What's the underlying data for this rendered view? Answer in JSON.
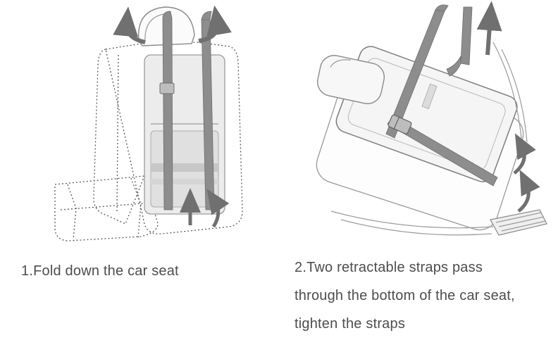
{
  "figure": {
    "panels": [
      {
        "id": "step-1",
        "caption": "1.Fold down the car seat",
        "illustration": "upright car seat with dotted outline, protective cover and two vertical straps over the backrest, rotation arrows at top and up arrows at bottom"
      },
      {
        "id": "step-2",
        "caption_lines": [
          "2.Two retractable straps pass",
          "through the bottom of the car seat,",
          " tighten the straps"
        ],
        "illustration": "folded-down car seat with two retractable straps crossing underneath, buckle adjuster, pull-up arrow at top and curved tighten arrows at right"
      }
    ]
  },
  "colors": {
    "background": "#ffffff",
    "line": "#5a5a5a",
    "strap": "#8d8d8d",
    "arrow": "#707070",
    "text": "#4d4d4d"
  }
}
